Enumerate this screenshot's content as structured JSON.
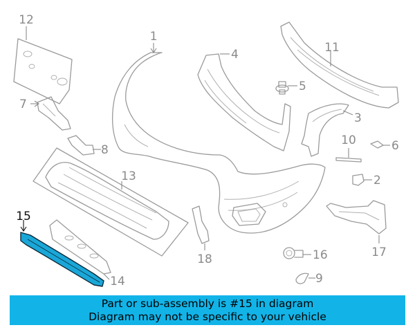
{
  "callouts": {
    "c1": "1",
    "c2": "2",
    "c3": "3",
    "c4": "4",
    "c5": "5",
    "c6": "6",
    "c7": "7",
    "c8": "8",
    "c9": "9",
    "c10": "10",
    "c11": "11",
    "c12": "12",
    "c13": "13",
    "c14": "14",
    "c15": "15",
    "c16": "16",
    "c17": "17",
    "c18": "18"
  },
  "highlighted_part": "15",
  "colors": {
    "banner": "#12b4e8",
    "highlight": "#1aa7d8"
  },
  "banner": {
    "line1": "Part or sub-assembly is #15 in diagram",
    "line2": "Diagram may not be specific to your vehicle"
  }
}
